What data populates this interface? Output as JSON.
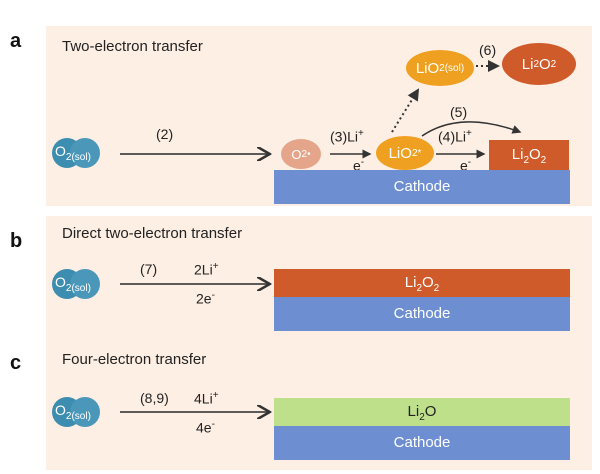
{
  "panels": {
    "a": {
      "letter": "a",
      "title": "Two-electron transfer"
    },
    "b": {
      "letter": "b",
      "title": "Direct two-electron transfer"
    },
    "c": {
      "letter": "c",
      "title": "Four-electron transfer"
    }
  },
  "species": {
    "o2_sol_base": "O",
    "o2_sol_sub": "2(sol)",
    "o2_rad_base": "O",
    "o2_rad_sub": "2",
    "o2_rad_sup": "•",
    "lio2_base": "LiO",
    "lio2_sub": "2",
    "lio2_sup": "*",
    "lio2_sol_base": "LiO",
    "lio2_sol_sub": "2(sol)",
    "li2o2_li": "Li",
    "li2o2_2a": "2",
    "li2o2_o": "O",
    "li2o2_2b": "2",
    "li2o_li": "Li",
    "li2o_2": "2",
    "li2o_o": "O",
    "cathode": "Cathode"
  },
  "steps": {
    "a": {
      "s2": "(2)",
      "s3": "(3)",
      "li_base": "Li",
      "li_sup": "+",
      "e_base": "e",
      "e_sup": "-",
      "s4": "(4)",
      "s5": "(5)",
      "s6": "(6)"
    },
    "b": {
      "step": "(7)",
      "li": "2Li",
      "li_sup": "+",
      "e": "2e",
      "e_sup": "-"
    },
    "c": {
      "step": "(8,9)",
      "li": "4Li",
      "li_sup": "+",
      "e": "4e",
      "e_sup": "-"
    }
  },
  "colors": {
    "cathode": "#6d8fd1",
    "li2o2": "#cf5a2a",
    "li2o": "#bfe08b",
    "o2": "#3d8db1",
    "lio2": "#f0a020",
    "o2_radical": "#e5a58a",
    "panel": "#fdefe4"
  }
}
